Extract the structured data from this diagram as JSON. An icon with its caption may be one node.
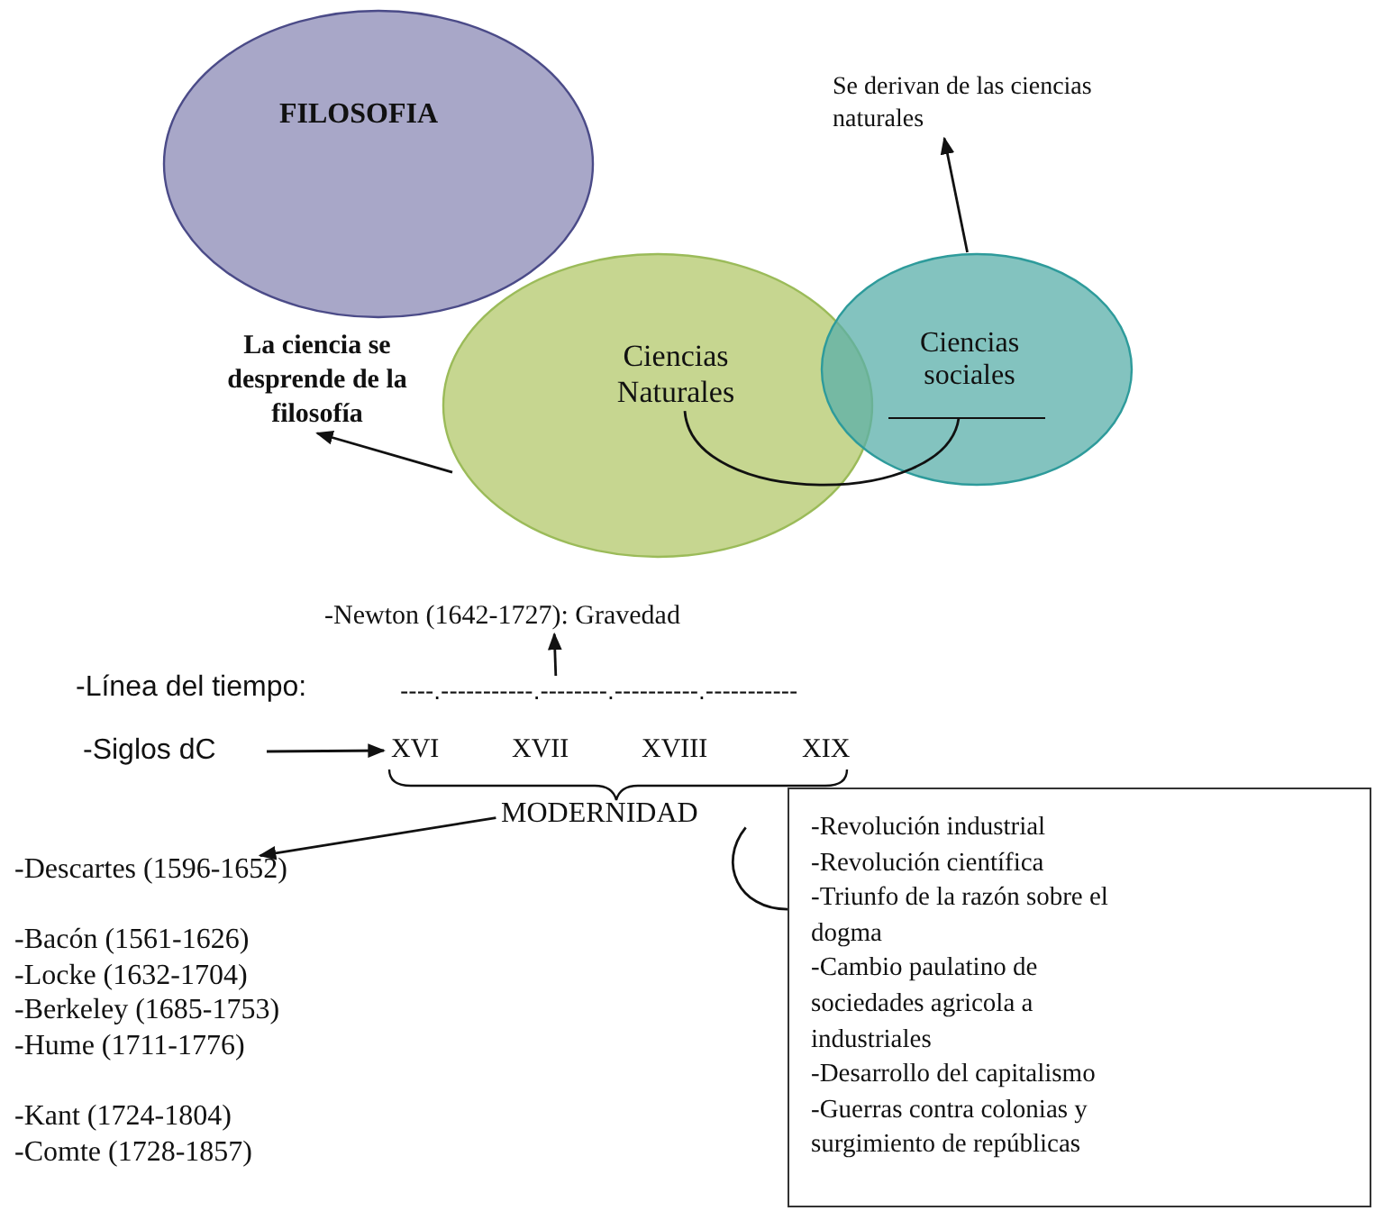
{
  "diagram": {
    "nodes": [
      {
        "text": [
          "FILOSOFIA"
        ]
      },
      {
        "text": [
          "Ciencias Naturales"
        ]
      },
      {
        "text": [
          "Ciencias sociales"
        ]
      },
      {
        "text": [
          "Se derivan de las ciencias naturales"
        ]
      },
      {
        "text": [
          "La ciencia se desprende de la filosofía"
        ]
      },
      {
        "text": [
          "-Newton (1642-1727): Gravedad"
        ]
      },
      {
        "text": [
          "----.-----------.--------.----------.-----------"
        ]
      },
      {
        "text": [
          "-Siglos dC"
        ]
      },
      {
        "text": [
          "XVI"
        ]
      },
      {
        "text": [
          "XVII"
        ]
      },
      {
        "text": [
          "XVIII"
        ]
      },
      {
        "text": [
          "XIX"
        ]
      },
      {
        "text": [
          "MODERNIDAD"
        ]
      },
      {
        "text": [
          "-Descartes (1596-1652)",
          "-Bacón (1561-1626)",
          "-Locke (1632-1704)",
          "-Berkeley (1685-1753)",
          "-Hume (1711-1776)",
          "-Kant (1724-1804)",
          "-Comte (1728-1857)"
        ]
      },
      {
        "text": [
          "-Revolución industrial",
          "-Revolución científica",
          "-Triunfo de la razón sobre el dogma",
          "-Cambio paulatino de sociedades agricola a industriales",
          "-Desarrollo del capitalismo",
          "-Guerras contra colonias y surgimiento de repúblicas"
        ]
      }
    ],
    "edges": [
      {
        "from": 1,
        "to": 4,
        "arrow": "to"
      },
      {
        "from": 2,
        "to": 3,
        "arrow": "to"
      },
      {
        "from": 1,
        "to": 2,
        "arrow": "none"
      },
      {
        "from": 6,
        "to": 5,
        "arrow": "to"
      },
      {
        "from": 7,
        "to": 8,
        "arrow": "to"
      },
      {
        "from": 12,
        "to": 13,
        "arrow": "to"
      },
      {
        "from": 12,
        "to": 14,
        "arrow": "none"
      }
    ],
    "labels": [
      "-Línea del tiempo:"
    ]
  }
}
